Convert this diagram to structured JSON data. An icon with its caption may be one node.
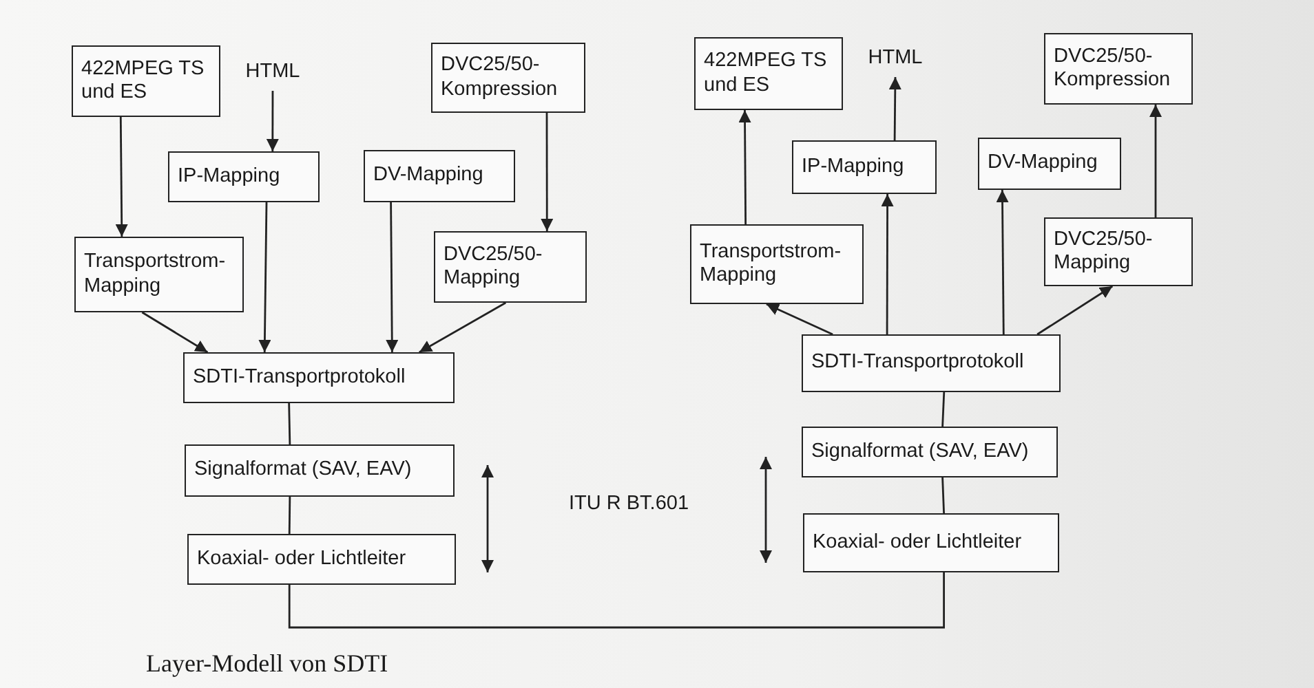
{
  "diagram": {
    "caption": "Layer-Modell von SDTI",
    "nodes": [
      {
        "text": [
          "422MPEG TS und ES"
        ]
      },
      {
        "text": [
          "HTML"
        ]
      },
      {
        "text": [
          "DVC25/50- Kompression"
        ]
      },
      {
        "text": [
          "IP-Mapping"
        ]
      },
      {
        "text": [
          "DV-Mapping"
        ]
      },
      {
        "text": [
          "Transportstrom- Mapping"
        ]
      },
      {
        "text": [
          "DVC25/50- Mapping"
        ]
      },
      {
        "text": [
          "SDTI-Transportprotokoll"
        ]
      },
      {
        "text": [
          "Signalformat (SAV, EAV)"
        ]
      },
      {
        "text": [
          "Koaxial- oder Lichtleiter"
        ]
      },
      {
        "text": [
          "422MPEG TS und ES"
        ]
      },
      {
        "text": [
          "HTML"
        ]
      },
      {
        "text": [
          "DVC25/50- Kompression"
        ]
      },
      {
        "text": [
          "IP-Mapping"
        ]
      },
      {
        "text": [
          "DV-Mapping"
        ]
      },
      {
        "text": [
          "Transportstrom- Mapping"
        ]
      },
      {
        "text": [
          "DVC25/50- Mapping"
        ]
      },
      {
        "text": [
          "SDTI-Transportprotokoll"
        ]
      },
      {
        "text": [
          "Signalformat (SAV, EAV)"
        ]
      },
      {
        "text": [
          "Koaxial- oder Lichtleiter"
        ]
      }
    ],
    "edges": [
      {
        "from": 0,
        "to": 5,
        "arrow": "to"
      },
      {
        "from": 1,
        "to": 3,
        "arrow": "to"
      },
      {
        "from": 2,
        "to": 6,
        "arrow": "to"
      },
      {
        "from": 5,
        "to": 7,
        "arrow": "to"
      },
      {
        "from": 3,
        "to": 7,
        "arrow": "to"
      },
      {
        "from": 4,
        "to": 7,
        "arrow": "to"
      },
      {
        "from": 6,
        "to": 7,
        "arrow": "to"
      },
      {
        "from": 7,
        "to": 8,
        "arrow": "none"
      },
      {
        "from": 8,
        "to": 9,
        "arrow": "none"
      },
      {
        "from": 9,
        "to": 19,
        "arrow": "none"
      },
      {
        "from": 17,
        "to": 15,
        "arrow": "to"
      },
      {
        "from": 17,
        "to": 13,
        "arrow": "to"
      },
      {
        "from": 17,
        "to": 14,
        "arrow": "to"
      },
      {
        "from": 17,
        "to": 16,
        "arrow": "to"
      },
      {
        "from": 15,
        "to": 10,
        "arrow": "to"
      },
      {
        "from": 13,
        "to": 11,
        "arrow": "to"
      },
      {
        "from": 16,
        "to": 12,
        "arrow": "to"
      },
      {
        "from": 17,
        "to": 18,
        "arrow": "none"
      },
      {
        "from": 18,
        "to": 19,
        "arrow": "none"
      }
    ],
    "labels": [
      "ITU R BT.601"
    ]
  }
}
